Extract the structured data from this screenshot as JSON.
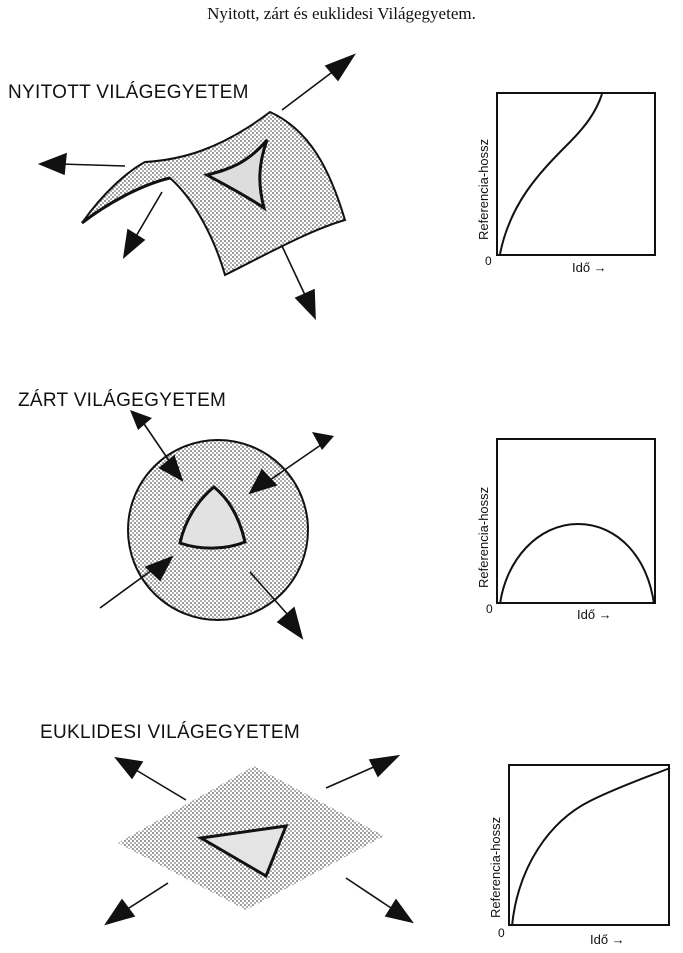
{
  "page_title": "Nyitott, zárt és euklidesi Világegyetem.",
  "sections": [
    {
      "label": "NYITOTT VILÁGEGYETEM",
      "graph": {
        "y_label": "Referencia-hossz",
        "x_label": "Idő →",
        "origin": "0"
      }
    },
    {
      "label": "ZÁRT VILÁGEGYETEM",
      "graph": {
        "y_label": "Referencia-hossz",
        "x_label": "Idő →",
        "origin": "0"
      }
    },
    {
      "label": "EUKLIDESI VILÁGEGYETEM",
      "graph": {
        "y_label": "Referencia-hossz",
        "x_label": "Idő →",
        "origin": "0"
      }
    }
  ],
  "colors": {
    "ink": "#111111",
    "stipple": "#b8b8b8",
    "paper": "#ffffff"
  }
}
